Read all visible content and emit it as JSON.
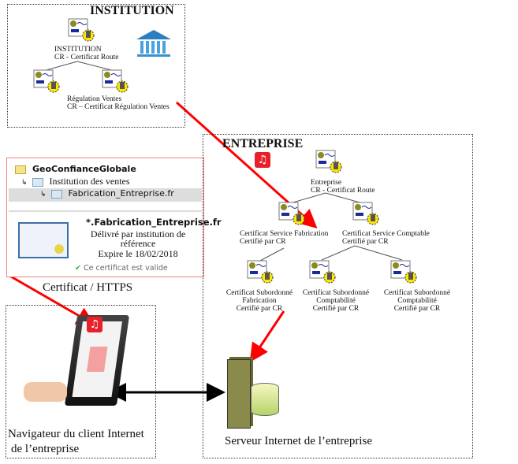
{
  "institution": {
    "title": "INSTITUTION",
    "root": {
      "line1": "INSTITUTION",
      "line2": "CR - Certificat Route"
    },
    "child": {
      "line1": "Régulation Ventes",
      "line2": "CR – Certificat Régulation Ventes"
    },
    "icon": "bank-icon"
  },
  "entreprise": {
    "title": "ENTREPRISE",
    "icon": "music-app-icon",
    "root": {
      "line1": "Entreprise",
      "line2": "CR - Certificat Route"
    },
    "services": [
      {
        "line1": "Certificat Service Fabrication",
        "line2": "Certifié par CR"
      },
      {
        "line1": "Certificat Service Comptable",
        "line2": "Certifié par CR"
      }
    ],
    "subordinates": [
      {
        "line1": "Certificat Subordonné",
        "line2": "Fabrication",
        "line3": "Certifié par CR"
      },
      {
        "line1": "Certificat Subordonné",
        "line2": "Comptabilité",
        "line3": "Certifié par CR"
      },
      {
        "line1": "Certificat Subordonné",
        "line2": "Comptabilité",
        "line3": "Certifié par CR"
      }
    ],
    "server_label": "Serveur Internet de l’entreprise"
  },
  "certificate_panel": {
    "tree": [
      "GeoConfianceGlobale",
      "Institution des ventes",
      "Fabrication_Entreprise.fr"
    ],
    "subject": "*.Fabrication_Entreprise.fr",
    "issued_by": "Délivré par institution de référence",
    "expires": "Expire le 18/02/2018",
    "status": "Ce certificat est valide",
    "caption": "Certificat / HTTPS"
  },
  "client": {
    "label_line1": "Navigateur du client Internet",
    "label_line2": "de l’entreprise"
  },
  "colors": {
    "arrow_red": "#ff0000",
    "valid_green": "#3cb043",
    "bank_blue": "#2a7fc1"
  }
}
